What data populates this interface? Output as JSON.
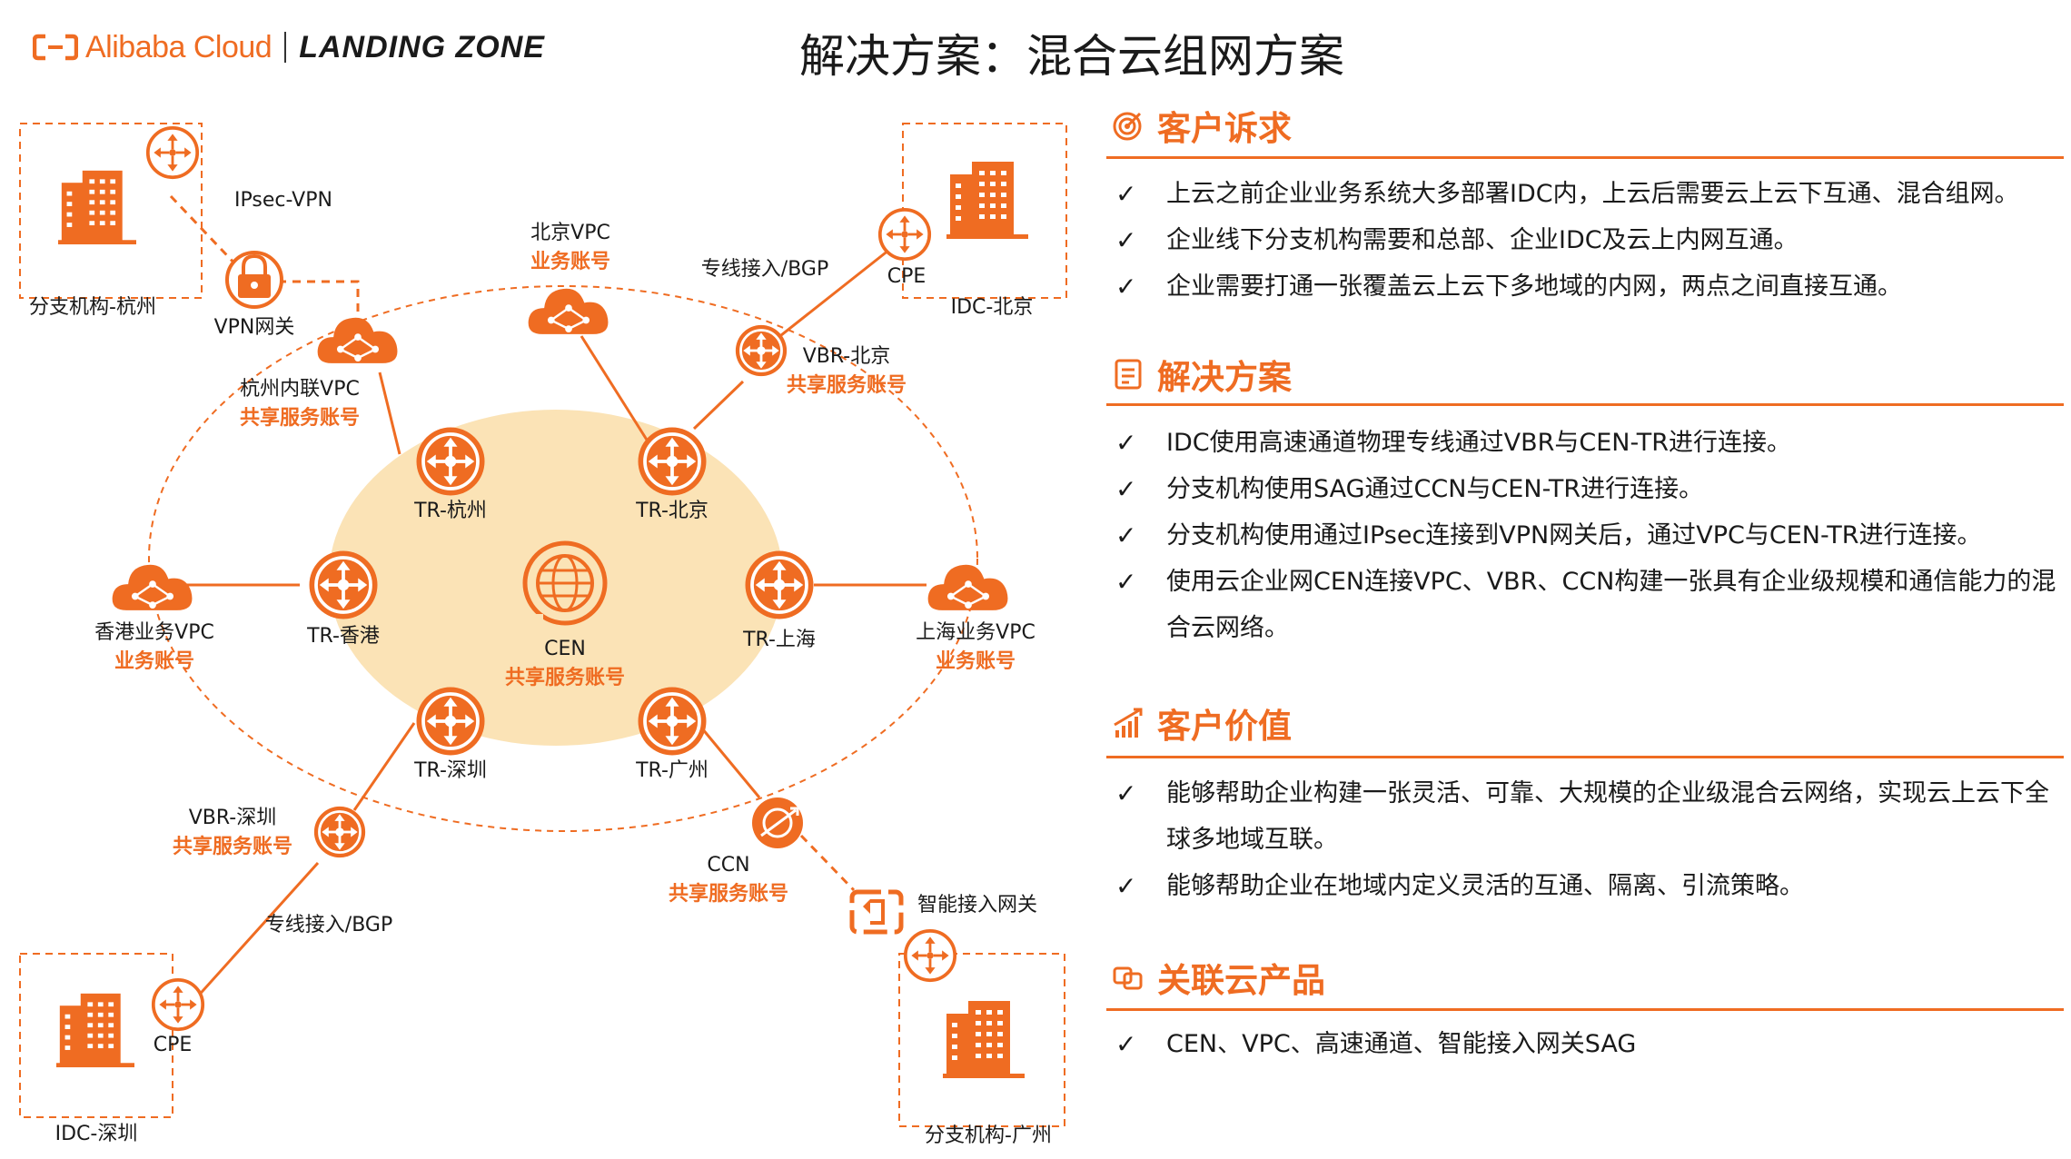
{
  "header": {
    "brand": "Alibaba Cloud",
    "sub_brand": "LANDING ZONE",
    "title": "解决方案：混合云组网方案"
  },
  "colors": {
    "accent": "#ef6c22",
    "ellipse_fill": "#fbe3b6",
    "text": "#1a1a1a"
  },
  "diagram": {
    "branch_hz": "分支机构-杭州",
    "ipsec_vpn": "IPsec-VPN",
    "vpn_gateway": "VPN网关",
    "hz_vpc": "杭州内联VPC",
    "hz_vpc_account": "共享服务账号",
    "bj_vpc": "北京VPC",
    "bj_vpc_account": "业务账号",
    "leased_bgp_bj": "专线接入/BGP",
    "cpe_bj": "CPE",
    "idc_bj": "IDC-北京",
    "vbr_bj": "VBR-北京",
    "vbr_bj_account": "共享服务账号",
    "tr_hz": "TR-杭州",
    "tr_bj": "TR-北京",
    "tr_hk": "TR-香港",
    "tr_sh": "TR-上海",
    "tr_sz": "TR-深圳",
    "tr_gz": "TR-广州",
    "cen": "CEN",
    "cen_account": "共享服务账号",
    "hk_vpc": "香港业务VPC",
    "hk_vpc_account": "业务账号",
    "sh_vpc": "上海业务VPC",
    "sh_vpc_account": "业务账号",
    "vbr_sz": "VBR-深圳",
    "vbr_sz_account": "共享服务账号",
    "leased_bgp_sz": "专线接入/BGP",
    "cpe_sz": "CPE",
    "idc_sz": "IDC-深圳",
    "ccn": "CCN",
    "ccn_account": "共享服务账号",
    "sag": "智能接入网关",
    "branch_gz": "分支机构-广州"
  },
  "sections": {
    "demands": {
      "title": "客户诉求",
      "items": [
        "上云之前企业业务系统大多部署IDC内，上云后需要云上云下互通、混合组网。",
        "企业线下分支机构需要和总部、企业IDC及云上内网互通。",
        "企业需要打通一张覆盖云上云下多地域的内网，两点之间直接互通。"
      ]
    },
    "solution": {
      "title": "解决方案",
      "items": [
        "IDC使用高速通道物理专线通过VBR与CEN-TR进行连接。",
        "分支机构使用SAG通过CCN与CEN-TR进行连接。",
        "分支机构使用通过IPsec连接到VPN网关后，通过VPC与CEN-TR进行连接。",
        "使用云企业网CEN连接VPC、VBR、CCN构建一张具有企业级规模和通信能力的混合云网络。"
      ]
    },
    "value": {
      "title": "客户价值",
      "items": [
        "能够帮助企业构建一张灵活、可靠、大规模的企业级混合云网络，实现云上云下全球多地域互联。",
        "能够帮助企业在地域内定义灵活的互通、隔离、引流策略。"
      ]
    },
    "products": {
      "title": "关联云产品",
      "items": [
        "CEN、VPC、高速通道、智能接入网关SAG"
      ]
    },
    "check": "✓"
  }
}
